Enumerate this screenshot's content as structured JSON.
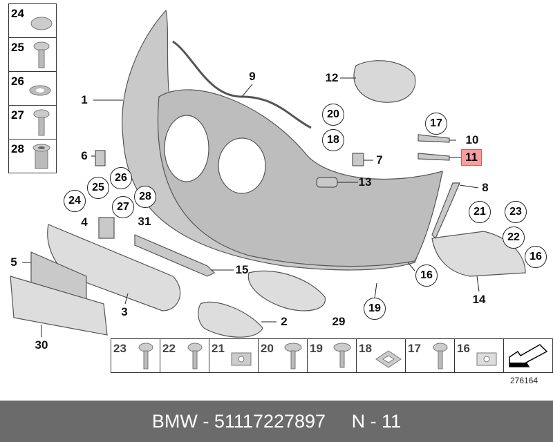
{
  "diagram_number": "276164",
  "footer": {
    "brand": "BMW",
    "sep1": " - ",
    "part_number": "51117227897",
    "gap": "     ",
    "position_label": "N - 11"
  },
  "highlighted_callout": "11",
  "highlight_color": "#f4a0a0",
  "side_parts": [
    "24",
    "25",
    "26",
    "27",
    "28"
  ],
  "bottom_parts": [
    "23",
    "22",
    "21",
    "20",
    "19",
    "18",
    "17",
    "16"
  ],
  "callouts": {
    "c1": "1",
    "c9": "9",
    "c12": "12",
    "c20": "20",
    "c18": "18",
    "c17": "17",
    "c10": "10",
    "c11": "11",
    "c7": "7",
    "c6": "6",
    "c26": "26",
    "c25": "25",
    "c24": "24",
    "c28": "28",
    "c27": "27",
    "c13": "13",
    "c8": "8",
    "c21": "21",
    "c23": "23",
    "c22": "22",
    "c16a": "16",
    "c4": "4",
    "c31": "31",
    "c5": "5",
    "c15": "15",
    "c16b": "16",
    "c19": "19",
    "c14": "14",
    "c3": "3",
    "c2": "2",
    "c29": "29",
    "c30": "30"
  }
}
